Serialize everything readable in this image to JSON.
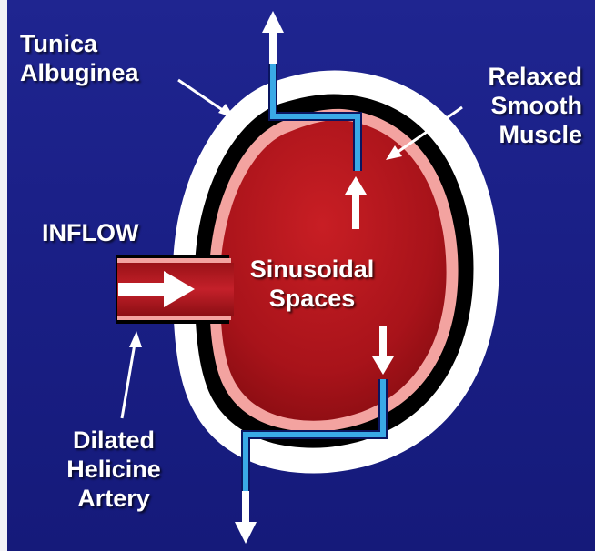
{
  "labels": {
    "tunica": [
      "Tunica",
      "Albuginea"
    ],
    "smooth_muscle": [
      "Relaxed",
      "Smooth",
      "Muscle"
    ],
    "inflow": "INFLOW",
    "sinusoidal": [
      "Sinusoidal",
      "Spaces"
    ],
    "artery": [
      "Dilated",
      "Helicine",
      "Artery"
    ]
  },
  "colors": {
    "background": "#1a1f86",
    "tunica": "#ffffff",
    "dark_layer": "#000000",
    "smooth_muscle_ring": "#f3a3a0",
    "sinusoid_fill": "#b5161c",
    "vein": "#3aa9e6",
    "arrow": "#ffffff"
  }
}
